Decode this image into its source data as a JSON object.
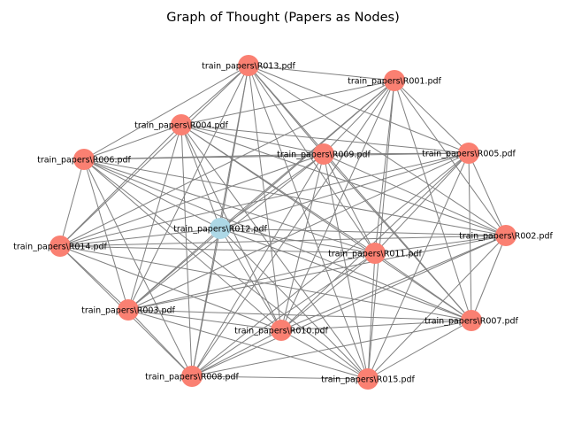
{
  "figure": {
    "title": "Graph of Thought (Papers as Nodes)"
  },
  "colors": {
    "node_default": "#FA8072",
    "node_highlight": "#ADD8E6",
    "edge": "#808080",
    "background": "#FFFFFF"
  },
  "graph": {
    "nodes": [
      {
        "id": "R013",
        "label": "train_papers\\R013.pdf",
        "highlight": false
      },
      {
        "id": "R001",
        "label": "train_papers\\R001.pdf",
        "highlight": false
      },
      {
        "id": "R004",
        "label": "train_papers\\R004.pdf",
        "highlight": false
      },
      {
        "id": "R009",
        "label": "train_papers\\R009.pdf",
        "highlight": false
      },
      {
        "id": "R005",
        "label": "train_papers\\R005.pdf",
        "highlight": false
      },
      {
        "id": "R006",
        "label": "train_papers\\R006.pdf",
        "highlight": false
      },
      {
        "id": "R012",
        "label": "train_papers\\R012.pdf",
        "highlight": true
      },
      {
        "id": "R002",
        "label": "train_papers\\R002.pdf",
        "highlight": false
      },
      {
        "id": "R014",
        "label": "train_papers\\R014.pdf",
        "highlight": false
      },
      {
        "id": "R011",
        "label": "train_papers\\R011.pdf",
        "highlight": false
      },
      {
        "id": "R003",
        "label": "train_papers\\R003.pdf",
        "highlight": false
      },
      {
        "id": "R007",
        "label": "train_papers\\R007.pdf",
        "highlight": false
      },
      {
        "id": "R010",
        "label": "train_papers\\R010.pdf",
        "highlight": false
      },
      {
        "id": "R008",
        "label": "train_papers\\R008.pdf",
        "highlight": false
      },
      {
        "id": "R015",
        "label": "train_papers\\R015.pdf",
        "highlight": false
      }
    ],
    "edges": [
      [
        "R013",
        "R001"
      ],
      [
        "R013",
        "R004"
      ],
      [
        "R013",
        "R009"
      ],
      [
        "R013",
        "R005"
      ],
      [
        "R013",
        "R006"
      ],
      [
        "R013",
        "R012"
      ],
      [
        "R013",
        "R011"
      ],
      [
        "R013",
        "R014"
      ],
      [
        "R013",
        "R003"
      ],
      [
        "R013",
        "R007"
      ],
      [
        "R013",
        "R010"
      ],
      [
        "R013",
        "R008"
      ],
      [
        "R013",
        "R015"
      ],
      [
        "R013",
        "R002"
      ],
      [
        "R001",
        "R004"
      ],
      [
        "R001",
        "R009"
      ],
      [
        "R001",
        "R005"
      ],
      [
        "R001",
        "R012"
      ],
      [
        "R001",
        "R002"
      ],
      [
        "R001",
        "R011"
      ],
      [
        "R001",
        "R014"
      ],
      [
        "R001",
        "R003"
      ],
      [
        "R001",
        "R010"
      ],
      [
        "R001",
        "R008"
      ],
      [
        "R001",
        "R015"
      ],
      [
        "R001",
        "R007"
      ],
      [
        "R004",
        "R009"
      ],
      [
        "R004",
        "R005"
      ],
      [
        "R004",
        "R006"
      ],
      [
        "R004",
        "R012"
      ],
      [
        "R004",
        "R011"
      ],
      [
        "R004",
        "R014"
      ],
      [
        "R004",
        "R003"
      ],
      [
        "R004",
        "R010"
      ],
      [
        "R004",
        "R008"
      ],
      [
        "R004",
        "R007"
      ],
      [
        "R004",
        "R002"
      ],
      [
        "R004",
        "R015"
      ],
      [
        "R009",
        "R005"
      ],
      [
        "R009",
        "R006"
      ],
      [
        "R009",
        "R012"
      ],
      [
        "R009",
        "R002"
      ],
      [
        "R009",
        "R011"
      ],
      [
        "R009",
        "R014"
      ],
      [
        "R009",
        "R003"
      ],
      [
        "R009",
        "R007"
      ],
      [
        "R009",
        "R010"
      ],
      [
        "R009",
        "R008"
      ],
      [
        "R009",
        "R015"
      ],
      [
        "R005",
        "R006"
      ],
      [
        "R005",
        "R012"
      ],
      [
        "R005",
        "R002"
      ],
      [
        "R005",
        "R011"
      ],
      [
        "R005",
        "R014"
      ],
      [
        "R005",
        "R003"
      ],
      [
        "R005",
        "R007"
      ],
      [
        "R005",
        "R010"
      ],
      [
        "R005",
        "R008"
      ],
      [
        "R005",
        "R015"
      ],
      [
        "R006",
        "R012"
      ],
      [
        "R006",
        "R014"
      ],
      [
        "R006",
        "R003"
      ],
      [
        "R006",
        "R011"
      ],
      [
        "R006",
        "R010"
      ],
      [
        "R006",
        "R008"
      ],
      [
        "R006",
        "R007"
      ],
      [
        "R006",
        "R002"
      ],
      [
        "R006",
        "R015"
      ],
      [
        "R012",
        "R014"
      ],
      [
        "R012",
        "R002"
      ],
      [
        "R012",
        "R011"
      ],
      [
        "R012",
        "R003"
      ],
      [
        "R012",
        "R007"
      ],
      [
        "R012",
        "R010"
      ],
      [
        "R012",
        "R008"
      ],
      [
        "R012",
        "R015"
      ],
      [
        "R002",
        "R014"
      ],
      [
        "R002",
        "R011"
      ],
      [
        "R002",
        "R007"
      ],
      [
        "R002",
        "R003"
      ],
      [
        "R002",
        "R010"
      ],
      [
        "R002",
        "R008"
      ],
      [
        "R002",
        "R015"
      ],
      [
        "R014",
        "R011"
      ],
      [
        "R014",
        "R003"
      ],
      [
        "R014",
        "R010"
      ],
      [
        "R014",
        "R008"
      ],
      [
        "R014",
        "R007"
      ],
      [
        "R011",
        "R003"
      ],
      [
        "R011",
        "R007"
      ],
      [
        "R011",
        "R010"
      ],
      [
        "R011",
        "R008"
      ],
      [
        "R011",
        "R015"
      ],
      [
        "R003",
        "R010"
      ],
      [
        "R003",
        "R008"
      ],
      [
        "R003",
        "R007"
      ],
      [
        "R003",
        "R015"
      ],
      [
        "R007",
        "R010"
      ],
      [
        "R007",
        "R008"
      ],
      [
        "R007",
        "R015"
      ],
      [
        "R010",
        "R008"
      ],
      [
        "R010",
        "R015"
      ],
      [
        "R008",
        "R015"
      ]
    ]
  }
}
